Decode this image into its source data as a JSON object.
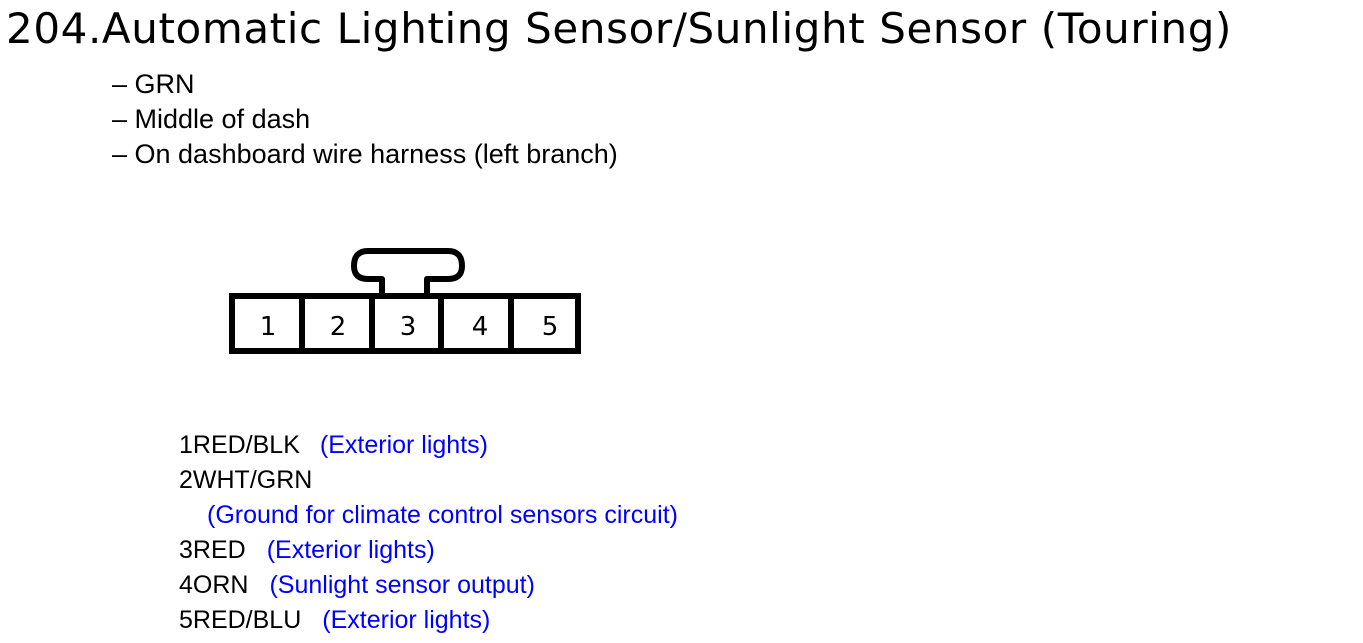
{
  "title": "204.Automatic Lighting Sensor/Sunlight Sensor (Touring)",
  "bullets": [
    "– GRN",
    "– Middle of dash",
    "– On dashboard wire harness (left branch)"
  ],
  "connector": {
    "pins": [
      "1",
      "2",
      "3",
      "4",
      "5"
    ]
  },
  "pinout": [
    {
      "wire": "1RED/BLK",
      "desc": "(Exterior lights)"
    },
    {
      "wire": "2WHT/GRN",
      "desc": "(Ground for climate control sensors circuit)"
    },
    {
      "wire": "3RED",
      "desc": "(Exterior lights)"
    },
    {
      "wire": "4ORN",
      "desc": "(Sunlight sensor output)"
    },
    {
      "wire": "5RED/BLU",
      "desc": "(Exterior lights)"
    }
  ],
  "colors": {
    "text": "#000000",
    "description": "#0000ff"
  }
}
